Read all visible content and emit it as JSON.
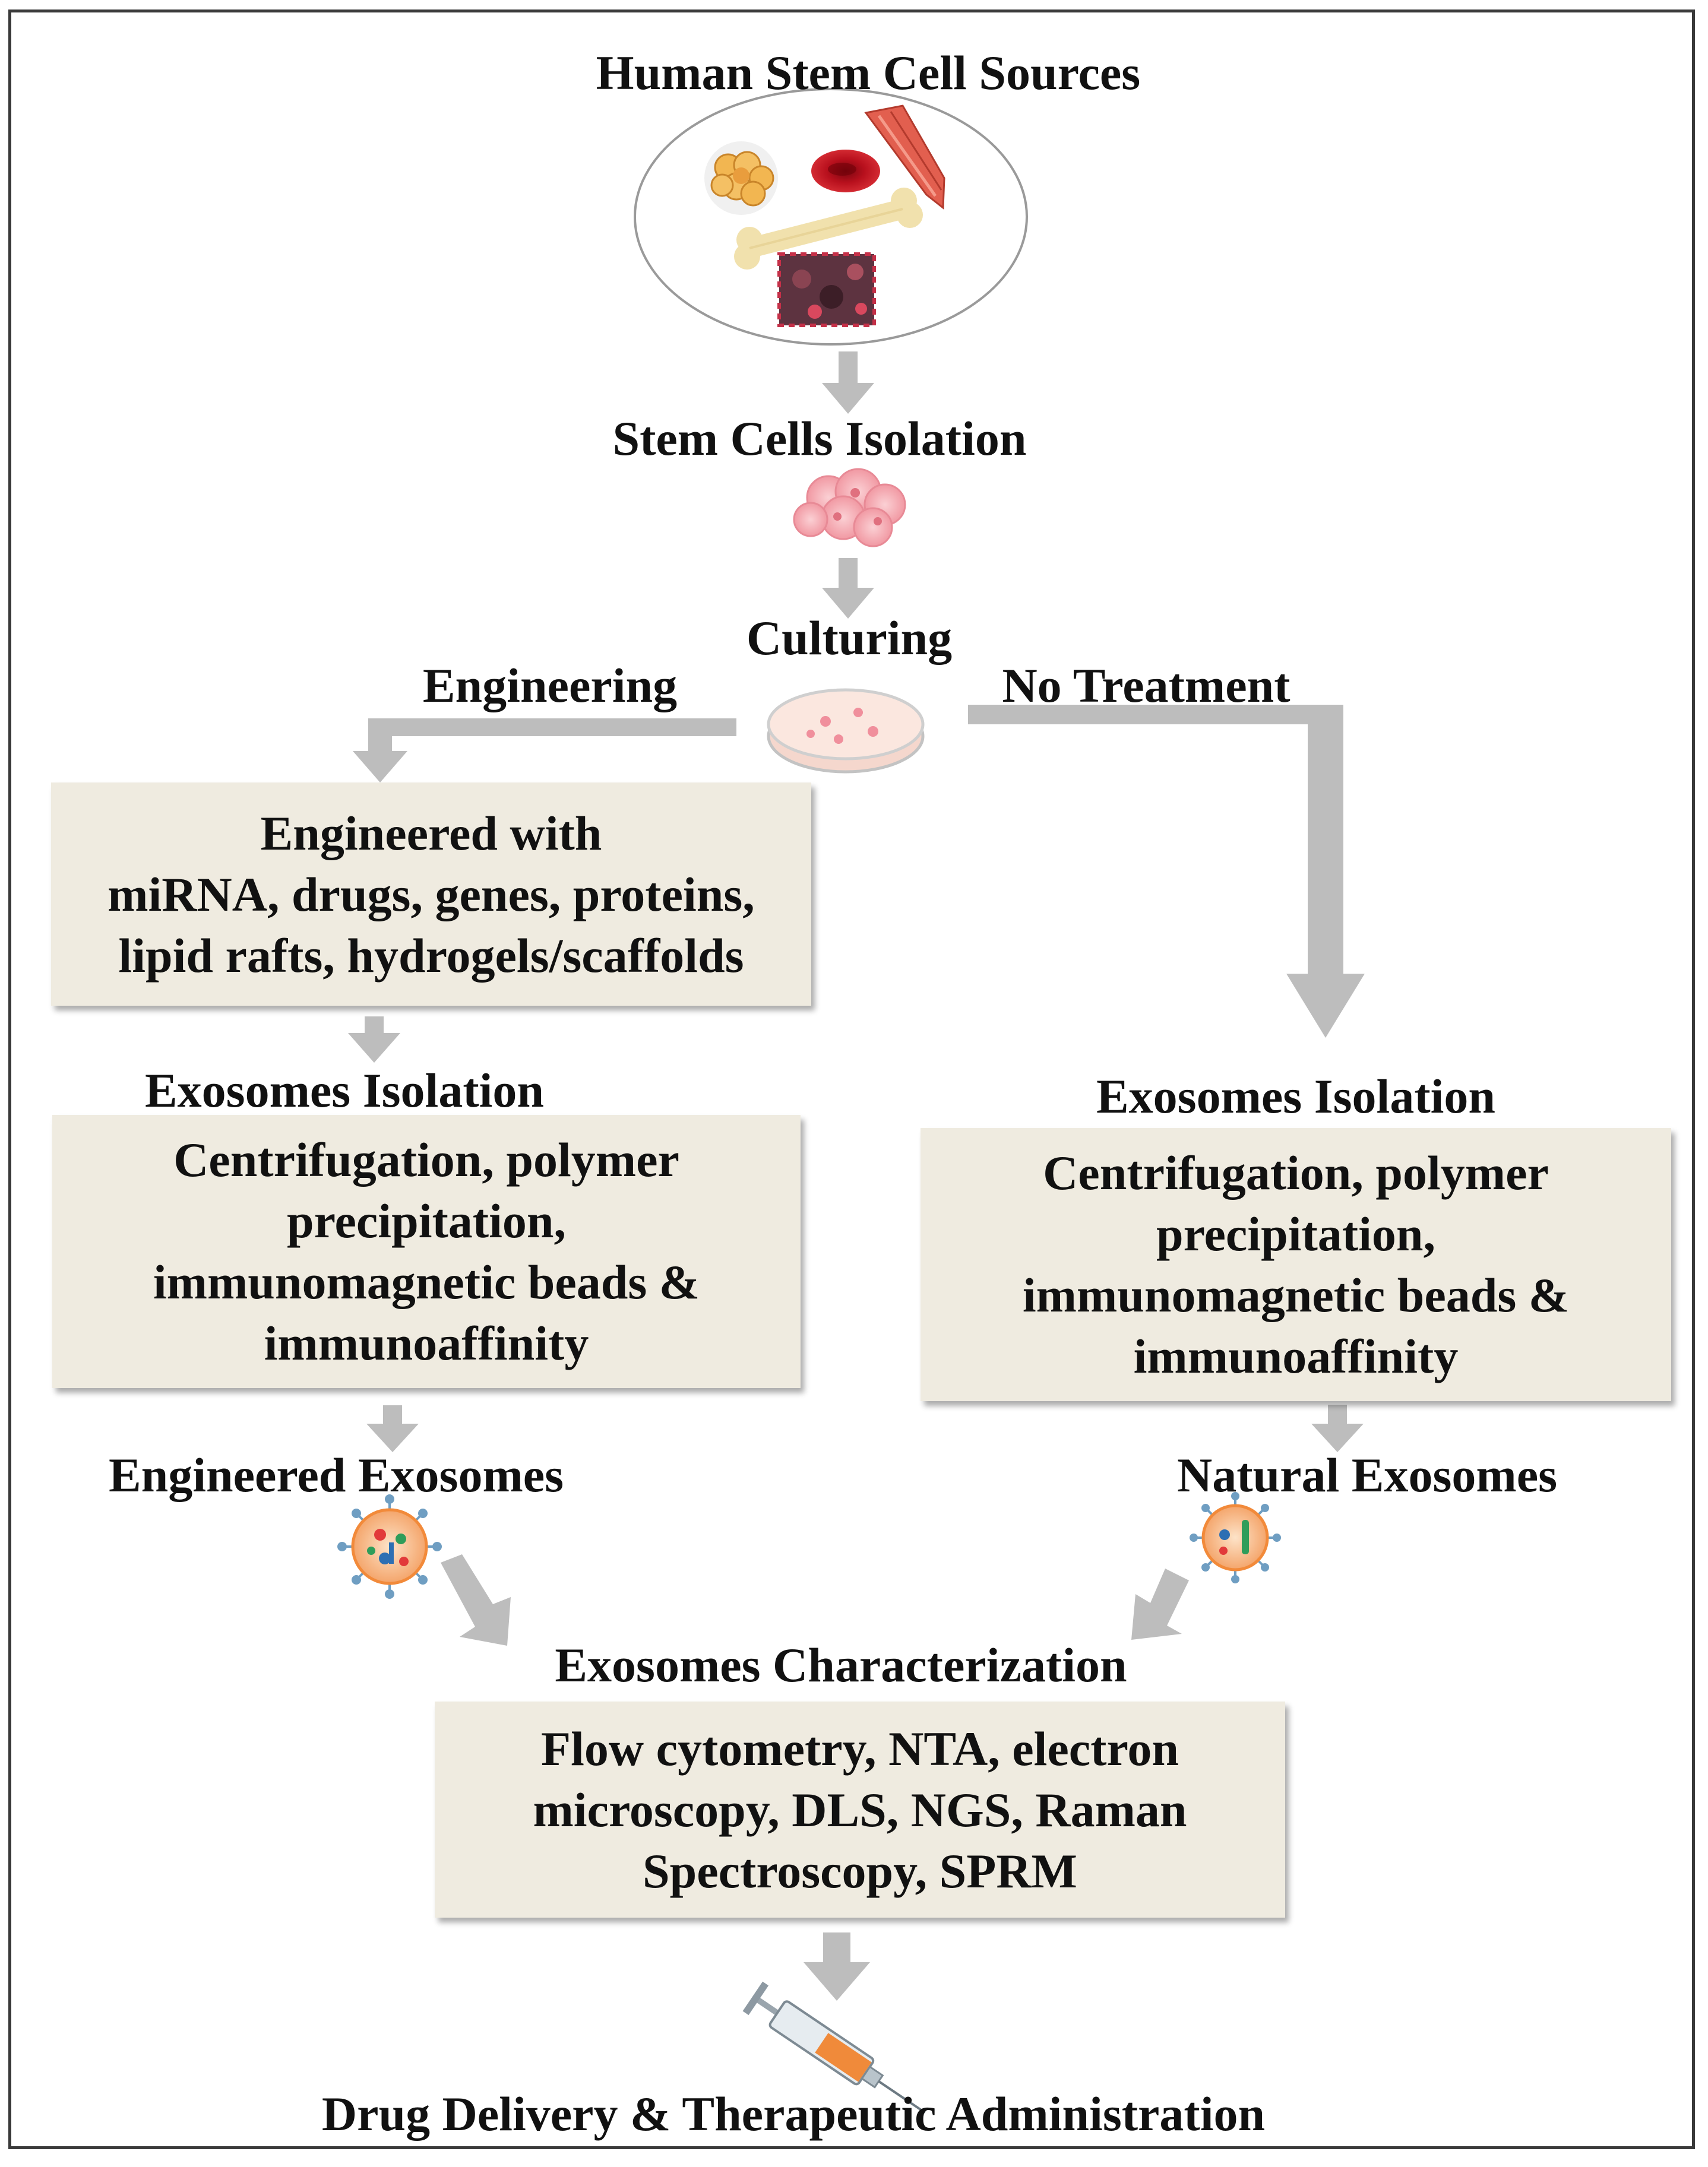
{
  "steps": {
    "sources_title": "Human Stem Cell Sources",
    "isolation_title": "Stem Cells Isolation",
    "culturing_title": "Culturing",
    "final_title": "Drug Delivery & Therapeutic Administration"
  },
  "branches": {
    "engineering_label": "Engineering",
    "no_treatment_label": "No Treatment"
  },
  "engineered_box": {
    "lines": [
      "Engineered with",
      "miRNA, drugs, genes, proteins,",
      "lipid rafts, hydrogels/scaffolds"
    ]
  },
  "left_isolation": {
    "title": "Exosomes Isolation",
    "lines": [
      "Centrifugation, polymer",
      "precipitation,",
      "immunomagnetic beads &",
      "immunoaffinity"
    ]
  },
  "right_isolation": {
    "title": "Exosomes Isolation",
    "lines": [
      "Centrifugation, polymer",
      "precipitation,",
      "immunomagnetic beads &",
      "immunoaffinity"
    ]
  },
  "products": {
    "engineered_label": "Engineered Exosomes",
    "natural_label": "Natural Exosomes"
  },
  "characterization": {
    "title": "Exosomes Characterization",
    "lines": [
      "Flow cytometry, NTA, electron",
      "microscopy,  DLS, NGS, Raman",
      "Spectroscopy, SPRM"
    ]
  },
  "icons": [
    "adipose-cell-icon",
    "red-blood-cell-icon",
    "muscle-fiber-icon",
    "bone-icon",
    "tissue-sample-icon",
    "stem-cell-cluster-icon",
    "petri-dish-icon",
    "engineered-exosome-icon",
    "natural-exosome-icon",
    "syringe-icon"
  ],
  "colors": {
    "arrow": "#bdbdbd",
    "box_fill": "#efebe0",
    "frame": "#3a3a3a"
  }
}
